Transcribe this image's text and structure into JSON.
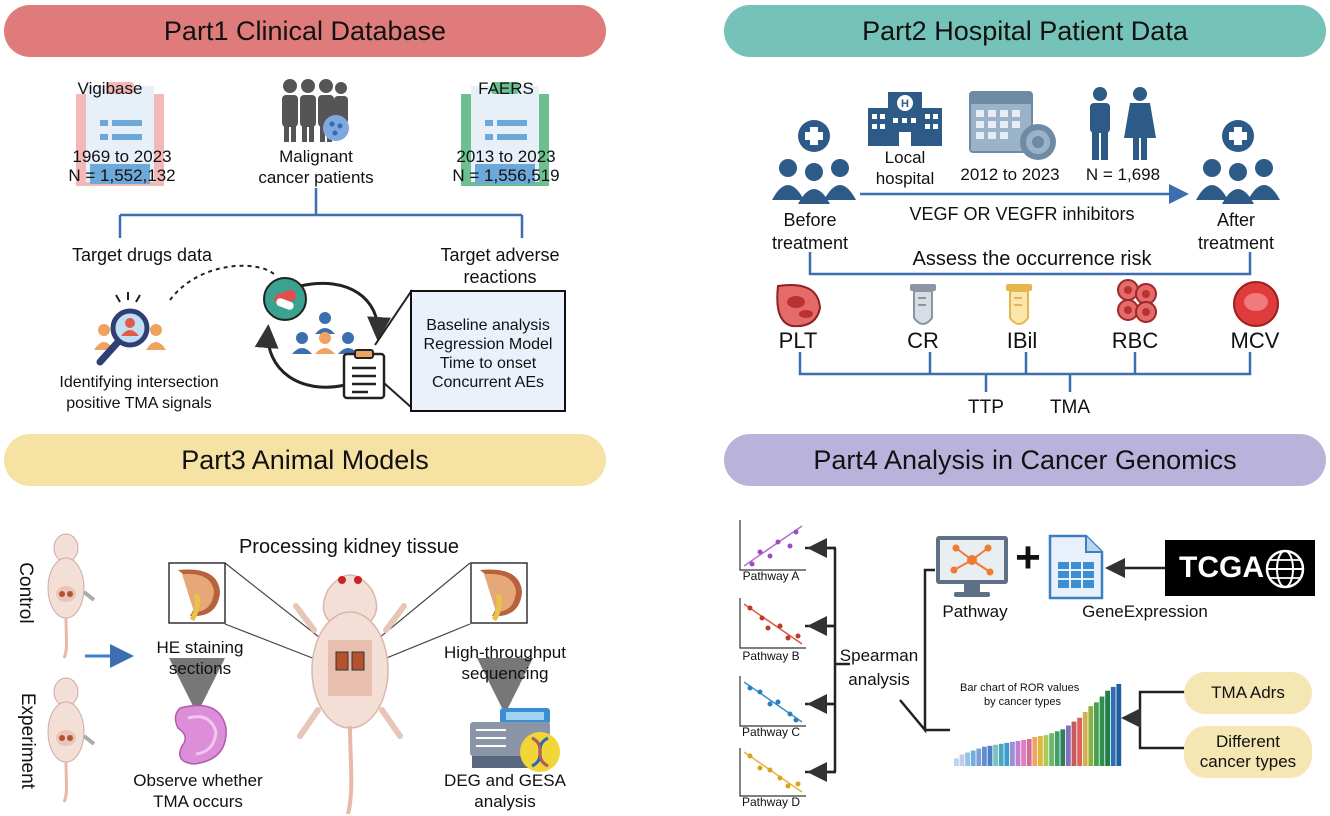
{
  "part1": {
    "title": "Part1 Clinical Database",
    "color": "#e07b7b",
    "vigibase": {
      "name": "Vigibase",
      "years": "1969 to 2023",
      "n": "N = 1,552,132"
    },
    "faers": {
      "name": "FAERS",
      "years": "2013 to 2023",
      "n": "N = 1,556,519"
    },
    "patients": [
      "Malignant",
      "cancer patients"
    ],
    "target_drugs": "Target drugs data",
    "target_adverse": [
      "Target adverse",
      "reactions"
    ],
    "identifying": [
      "Identifying intersection",
      "positive TMA signals"
    ],
    "analysis_box": [
      "Baseline analysis",
      "Regression Model",
      "Time to onset",
      "Concurrent AEs"
    ]
  },
  "part2": {
    "title": "Part2 Hospital Patient Data",
    "color": "#74c2b8",
    "local_hospital": [
      "Local",
      "hospital"
    ],
    "years": "2012 to 2023",
    "n": "N = 1,698",
    "before": [
      "Before",
      "treatment"
    ],
    "after": [
      "After",
      "treatment"
    ],
    "inhibitors": "VEGF OR VEGFR inhibitors",
    "assess": "Assess the occurrence risk",
    "markers": [
      "PLT",
      "CR",
      "IBil",
      "RBC",
      "MCV"
    ],
    "outcomes": [
      "TTP",
      "TMA"
    ]
  },
  "part3": {
    "title": "Part3 Animal Models",
    "color": "#f6e3a4",
    "control": "Control",
    "experiment": "Experiment",
    "processing": "Processing kidney tissue",
    "he": [
      "HE staining",
      "sections"
    ],
    "observe": [
      "Observe whether",
      "TMA occurs"
    ],
    "hts": [
      "High-throughput",
      "sequencing"
    ],
    "deg": [
      "DEG and GESA",
      "analysis"
    ]
  },
  "part4": {
    "title": "Part4 Analysis in Cancer Genomics",
    "color": "#b9b3db",
    "pathways": [
      "Pathway A",
      "Pathway B",
      "Pathway C",
      "Pathway D"
    ],
    "spearman": [
      "Spearman",
      "analysis"
    ],
    "pathway": "Pathway",
    "gene_expression": "GeneExpression",
    "tcga": "TCGA",
    "bar_title": [
      "Bar chart of ROR values",
      "by cancer types"
    ],
    "tma_adrs": "TMA Adrs",
    "different": [
      "Different",
      "cancer types"
    ]
  },
  "icons": [
    "hospital-icon",
    "calendar-icon",
    "person-icon",
    "doctor-group-icon",
    "test-tube-icon",
    "blood-cell-icon",
    "kidney-icon",
    "mouse-icon",
    "magnifier-icon",
    "pills-icon",
    "clipboard-icon",
    "monitor-network-icon",
    "spreadsheet-icon",
    "globe-icon",
    "sequencer-icon",
    "scatter-plot-icon",
    "bar-chart-icon"
  ],
  "chart_data": {
    "type": "bar",
    "title": "Bar chart of ROR values by cancer types",
    "values": [
      8,
      12,
      14,
      16,
      18,
      20,
      21,
      22,
      23,
      24,
      25,
      26,
      27,
      28,
      30,
      31,
      32,
      34,
      36,
      38,
      42,
      46,
      50,
      56,
      62,
      66,
      72,
      78,
      82,
      85
    ]
  }
}
